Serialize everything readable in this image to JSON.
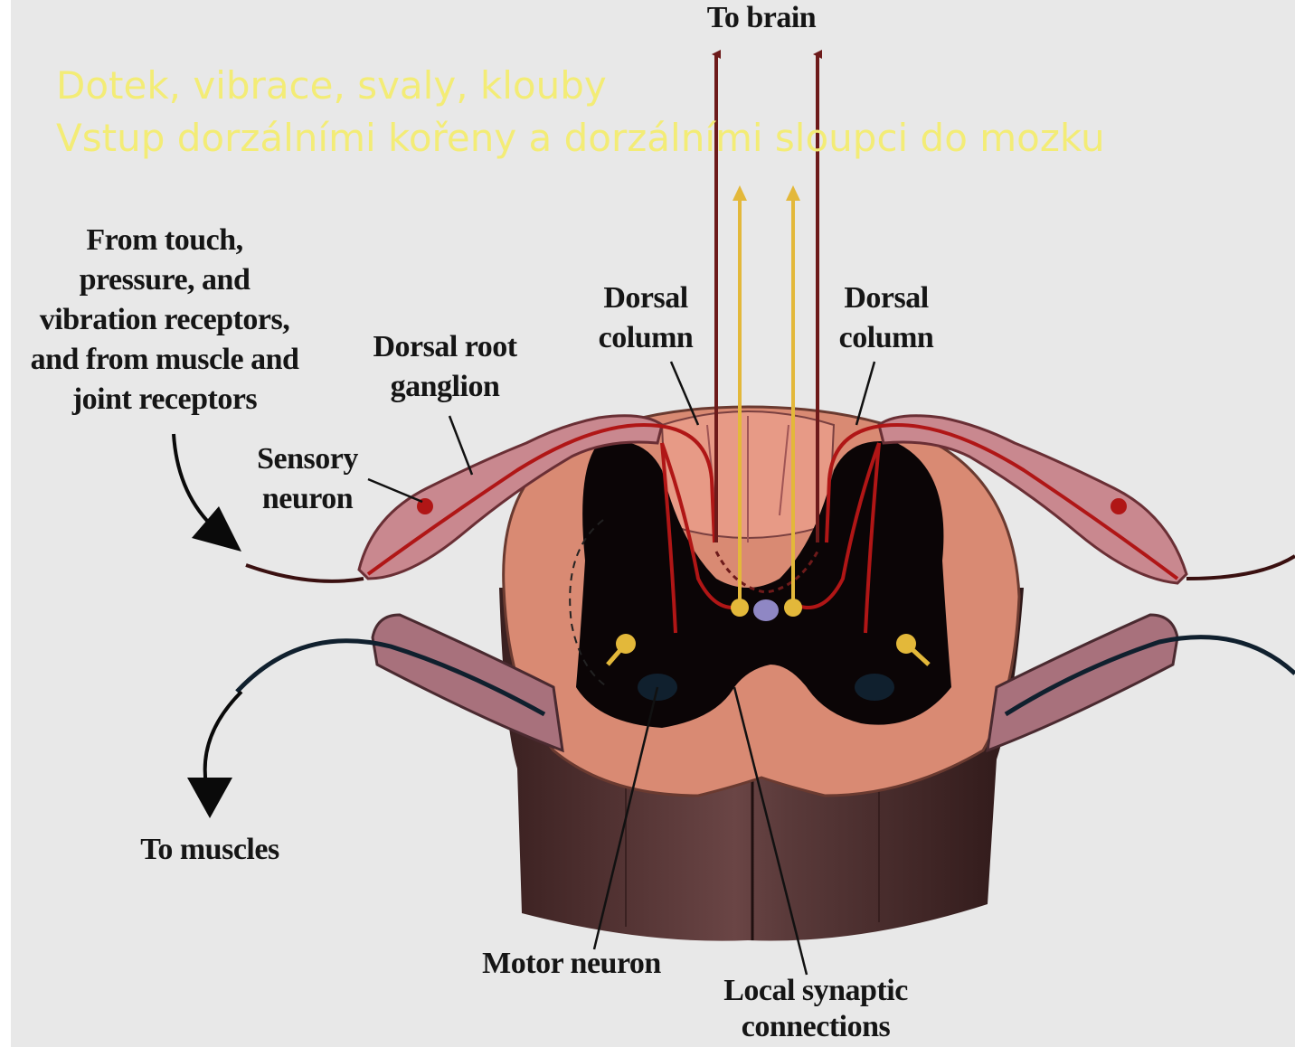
{
  "overlay": {
    "line1": "Dotek, vibrace, svaly, klouby",
    "line2": "Vstup dorzálními kořeny a dorzálními sloupci do mozku"
  },
  "labels": {
    "to_brain": "To brain",
    "receptors": [
      "From touch,",
      "pressure, and",
      "vibration receptors,",
      "and from muscle and",
      "joint receptors"
    ],
    "dorsal_root_ganglion": [
      "Dorsal root",
      "ganglion"
    ],
    "sensory_neuron": [
      "Sensory",
      "neuron"
    ],
    "dorsal_column_left": [
      "Dorsal",
      "column"
    ],
    "dorsal_column_right": [
      "Dorsal",
      "column"
    ],
    "to_muscles": "To muscles",
    "motor_neuron": "Motor neuron",
    "local_synaptic": [
      "Local synaptic",
      "connections"
    ]
  },
  "colors": {
    "background": "#e8e8e8",
    "overlay_text": "#f3ec76",
    "white_matter": "#d98a73",
    "gray_matter": "#0b0506",
    "cord_side": "#4a2c2c",
    "nerve_pink": "#c9888f",
    "sensory_red": "#b01616",
    "ascending_dark": "#6d1a1a",
    "ascending_yellow": "#e3b83a",
    "motor_dark": "#10202e"
  }
}
